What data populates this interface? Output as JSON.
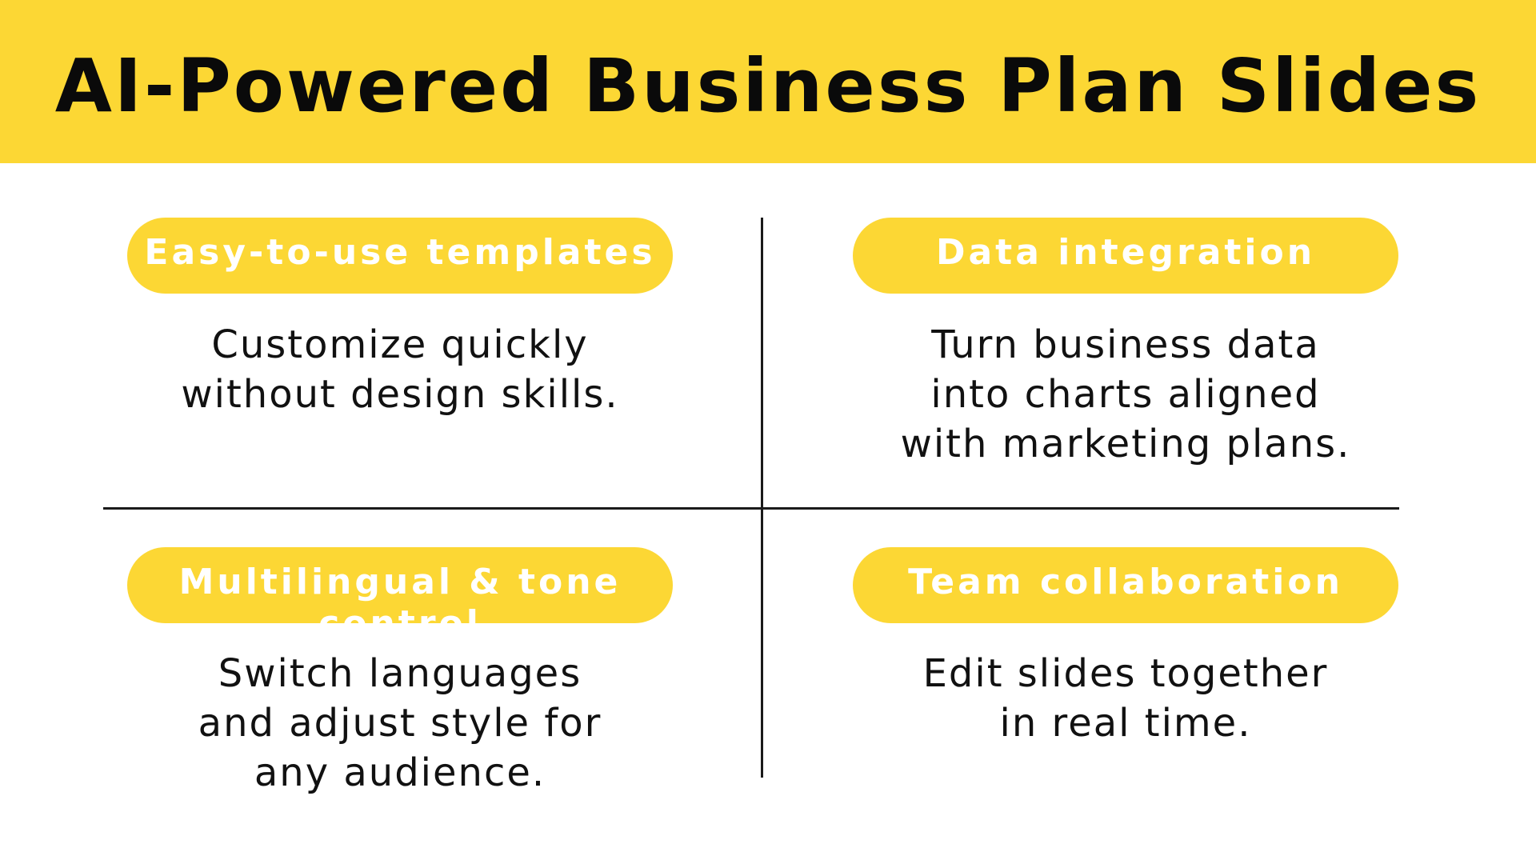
{
  "title": "AI-Powered Business Plan Slides",
  "colors": {
    "accent": "#fcd734",
    "text": "#111111",
    "pill_text": "#ffffff",
    "divider": "#1a1a1a"
  },
  "quadrants": [
    {
      "heading": "Easy-to-use templates",
      "lines": [
        "Customize quickly",
        "without design skills."
      ]
    },
    {
      "heading": "Data integration",
      "lines": [
        "Turn business data",
        "into charts aligned",
        "with marketing plans."
      ]
    },
    {
      "heading": "Multilingual & tone control",
      "lines": [
        "Switch languages",
        "and adjust style for",
        "any audience."
      ]
    },
    {
      "heading": "Team collaboration",
      "lines": [
        "Edit slides together",
        "in real time."
      ]
    }
  ]
}
